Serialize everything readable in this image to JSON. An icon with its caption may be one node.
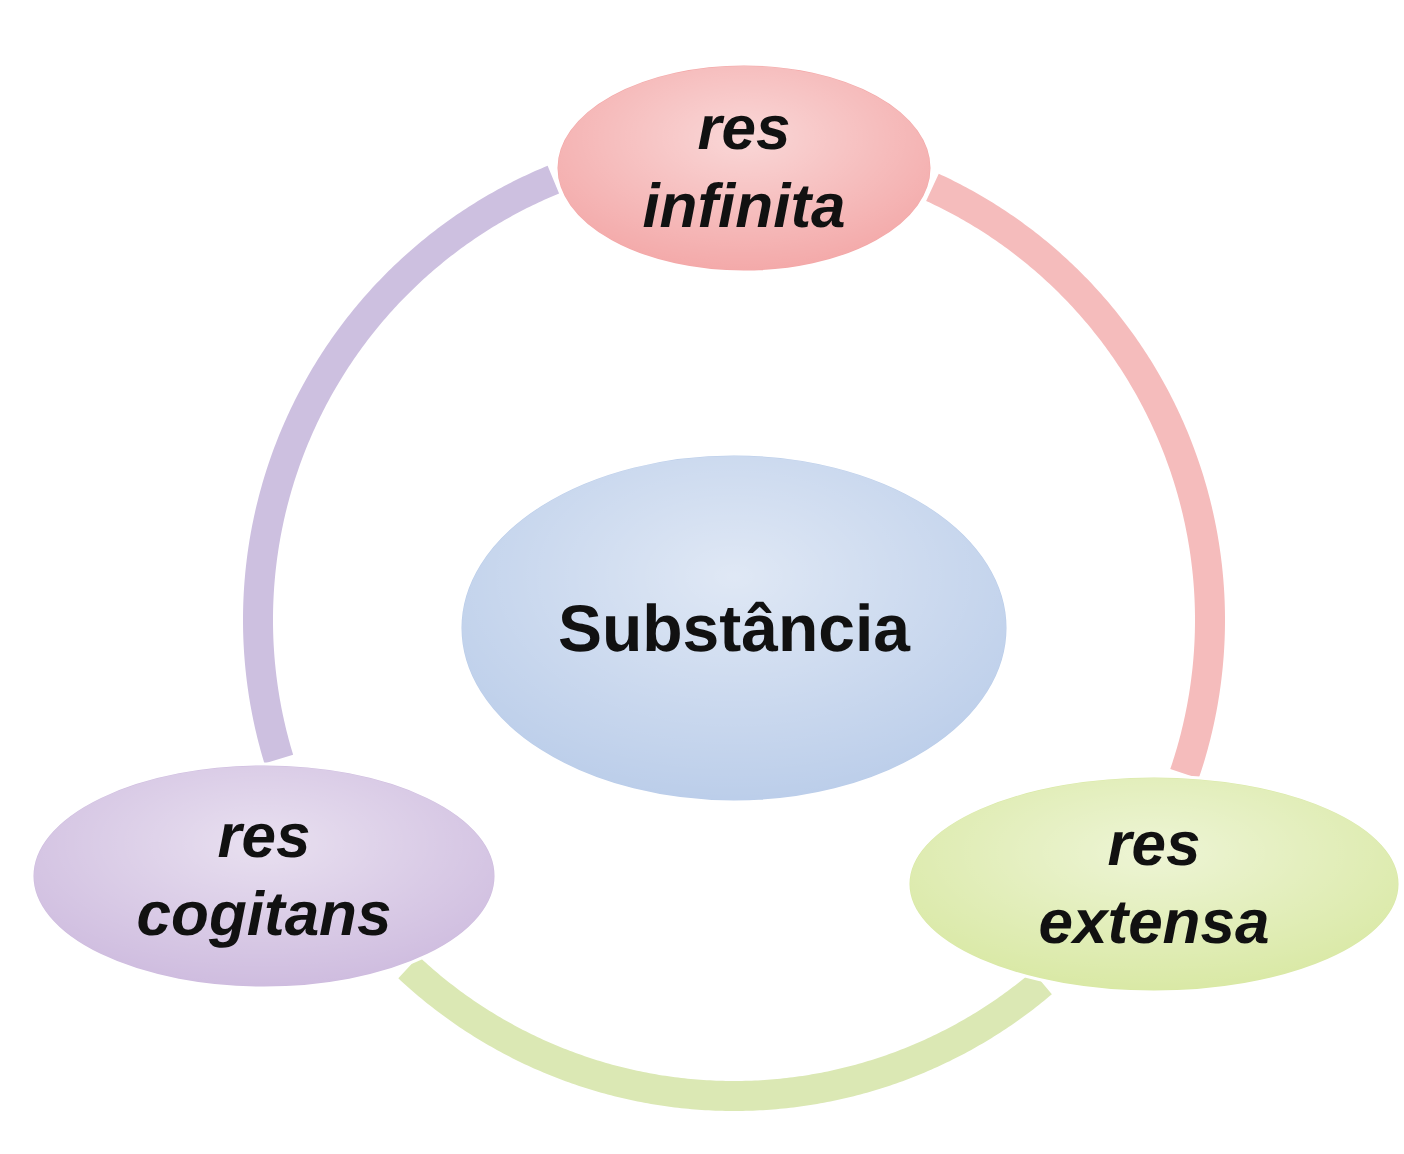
{
  "diagram": {
    "nodes": [
      {
        "text": [
          "res infinita"
        ]
      },
      {
        "text": [
          "Substância"
        ]
      },
      {
        "text": [
          "res cogitans"
        ]
      },
      {
        "text": [
          "res extensa"
        ]
      }
    ],
    "edges": [
      {
        "from": 0,
        "to": 3,
        "arrow": "none",
        "color": "#f5bcbc"
      },
      {
        "from": 3,
        "to": 2,
        "arrow": "none",
        "color": "#dbe8b4"
      },
      {
        "from": 2,
        "to": 0,
        "arrow": "none",
        "color": "#cdc0e0"
      }
    ]
  }
}
